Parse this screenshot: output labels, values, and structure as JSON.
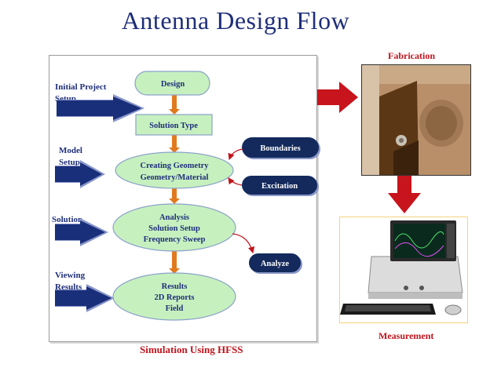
{
  "title": "Antenna Design Flow",
  "flow": {
    "steps": [
      {
        "lines": [
          "Design"
        ]
      },
      {
        "lines": [
          "Solution Type"
        ]
      },
      {
        "lines": [
          "Creating Geometry",
          "Geometry/Material"
        ]
      },
      {
        "lines": [
          "Analysis",
          "Solution Setup",
          "Frequency Sweep"
        ]
      },
      {
        "lines": [
          "Results",
          "2D Reports",
          "Field"
        ]
      }
    ],
    "side_labels": [
      {
        "lines": [
          "Initial Project",
          "Setup"
        ]
      },
      {
        "lines": [
          "Model",
          "Setup"
        ]
      },
      {
        "lines": [
          "Solution"
        ]
      },
      {
        "lines": [
          "Viewing",
          "Results"
        ]
      }
    ],
    "pills": [
      "Boundaries",
      "Excitation",
      "Analyze"
    ],
    "caption": "Simulation Using HFSS"
  },
  "fabrication_label": "Fabrication",
  "measurement_label": "Measurement",
  "colors": {
    "title": "#1f2f7a",
    "accent_red": "#c0141c",
    "oval_fill": "#c7f0bf",
    "pill_fill": "#142a5c",
    "connector": "#e07a1e",
    "blue_arrow": "#1a2f7a"
  }
}
